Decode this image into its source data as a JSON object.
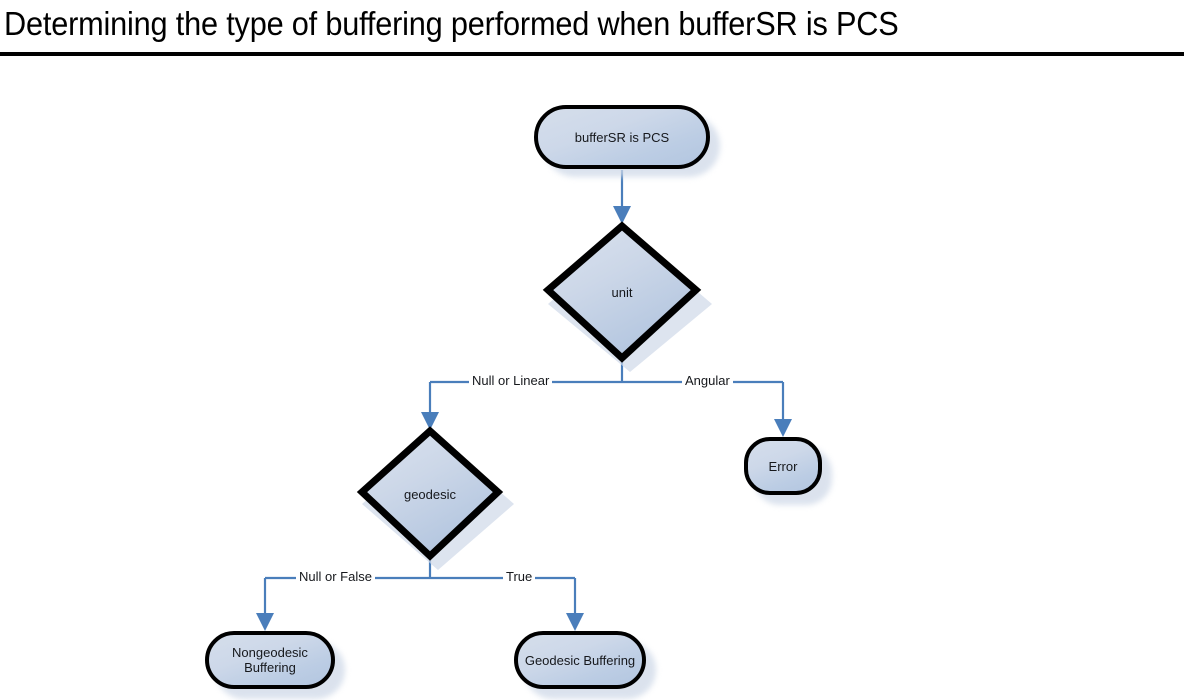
{
  "title": "Determining the type of buffering performed when bufferSR is PCS",
  "colors": {
    "connector": "#4a7ebb",
    "node_border": "#000000",
    "node_fill_light": "#d5deeb",
    "node_fill_dark": "#b3c6e0",
    "shadow": "#cfd9e8",
    "text": "#16181c",
    "title": "#000000",
    "background": "#ffffff"
  },
  "chart_data": {
    "type": "diagram",
    "subtype": "flowchart",
    "title": "Determining the type of buffering performed when bufferSR is PCS",
    "nodes": [
      {
        "id": "start",
        "label": "bufferSR is PCS",
        "shape": "rounded-rectangle"
      },
      {
        "id": "unit",
        "label": "unit",
        "shape": "diamond"
      },
      {
        "id": "error",
        "label": "Error",
        "shape": "rounded-rectangle"
      },
      {
        "id": "geodesic",
        "label": "geodesic",
        "shape": "diamond"
      },
      {
        "id": "nongeodesic",
        "label": "Nongeodesic Buffering",
        "shape": "rounded-rectangle"
      },
      {
        "id": "geobuffering",
        "label": "Geodesic Buffering",
        "shape": "rounded-rectangle"
      }
    ],
    "edges": [
      {
        "from": "start",
        "to": "unit",
        "label": ""
      },
      {
        "from": "unit",
        "to": "geodesic",
        "label": "Null or Linear"
      },
      {
        "from": "unit",
        "to": "error",
        "label": "Angular"
      },
      {
        "from": "geodesic",
        "to": "nongeodesic",
        "label": "Null or False"
      },
      {
        "from": "geodesic",
        "to": "geobuffering",
        "label": "True"
      }
    ]
  },
  "nodes": {
    "start": {
      "label": "bufferSR is PCS"
    },
    "unit": {
      "label": "unit"
    },
    "error": {
      "label": "Error"
    },
    "geodesic": {
      "label": "geodesic"
    },
    "nongeodesic": {
      "label_line1": "Nongeodesic",
      "label_line2": "Buffering",
      "label": "Nongeodesic Buffering"
    },
    "geobuffering": {
      "label": "Geodesic Buffering"
    }
  },
  "edge_labels": {
    "null_or_linear": "Null or Linear",
    "angular": "Angular",
    "null_or_false": "Null or False",
    "true": "True"
  }
}
